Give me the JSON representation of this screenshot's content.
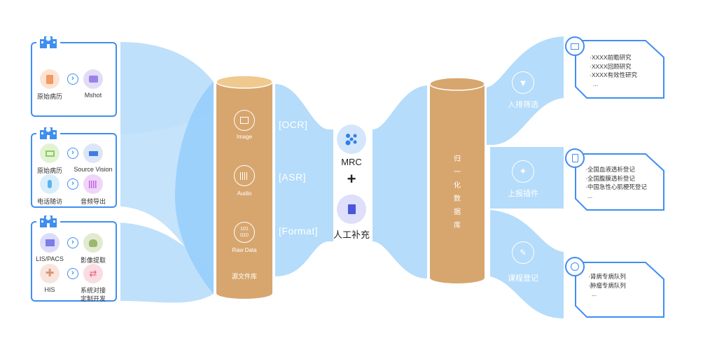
{
  "colors": {
    "accent": "#3f8ef0",
    "flow_light": "#bfe0fb",
    "flow_mid": "#8ecbfb",
    "cylinder": "#d7a66e",
    "cylinder_top": "#f0c98f"
  },
  "sources": [
    {
      "icon": "hospital-icon",
      "rows": [
        {
          "from": {
            "label": "原始病历",
            "icon": "clipboard-icon"
          },
          "to": {
            "label": "Mshot",
            "icon": "camera-icon"
          }
        }
      ]
    },
    {
      "icon": "hospital-icon",
      "rows": [
        {
          "from": {
            "label": "原始病历",
            "icon": "monitor-icon"
          },
          "to": {
            "label": "Source Vision",
            "icon": "blocks-icon"
          }
        },
        {
          "from": {
            "label": "电话随访",
            "icon": "microphone-icon"
          },
          "to": {
            "label": "音频导出",
            "icon": "waveform-icon"
          }
        }
      ]
    },
    {
      "icon": "hospital-icon",
      "rows": [
        {
          "from": {
            "label": "LIS/PACS",
            "icon": "screen-chart-icon"
          },
          "to": {
            "label": "影像提取",
            "icon": "lungs-icon"
          }
        },
        {
          "from": {
            "label": "HIS",
            "icon": "medical-cross-icon"
          },
          "to": {
            "label": "系统对接\n定制开发",
            "icon": "exchange-arrows-icon"
          }
        }
      ]
    }
  ],
  "source_db": {
    "title": "源文件库",
    "items": [
      {
        "label": "Image",
        "icon": "image-icon"
      },
      {
        "label": "Audio",
        "icon": "audio-wave-icon"
      },
      {
        "label": "Raw Data",
        "icon": "binary-icon",
        "binary_top": "101",
        "binary_bottom": "010"
      }
    ]
  },
  "processes": [
    "[OCR]",
    "[ASR]",
    "[Format]"
  ],
  "engine": {
    "mrc_label": "MRC",
    "plus": "+",
    "manual_label": "人工补充"
  },
  "normalized_db": {
    "title_chars": [
      "归",
      "一",
      "化",
      "数",
      "据",
      "库"
    ]
  },
  "outputs": [
    {
      "label": "入排筛选",
      "flow_icon": "filter-icon",
      "icon": "list-folder-icon",
      "items": [
        "·XXXX前瞻研究",
        "·XXXX回顾研究",
        "·XXXX有效性研究",
        "..."
      ]
    },
    {
      "label": "上报插件",
      "flow_icon": "puzzle-icon",
      "icon": "document-add-icon",
      "items": [
        "·全国血液透析登记",
        "·全国腹膜透析登记",
        "·中国急性心肌梗死登记",
        "..."
      ]
    },
    {
      "label": "课程登记",
      "flow_icon": "edit-note-icon",
      "icon": "ribbon-icon",
      "items": [
        "·肾病专病队列",
        "·肿瘤专病队列",
        "..."
      ]
    }
  ]
}
